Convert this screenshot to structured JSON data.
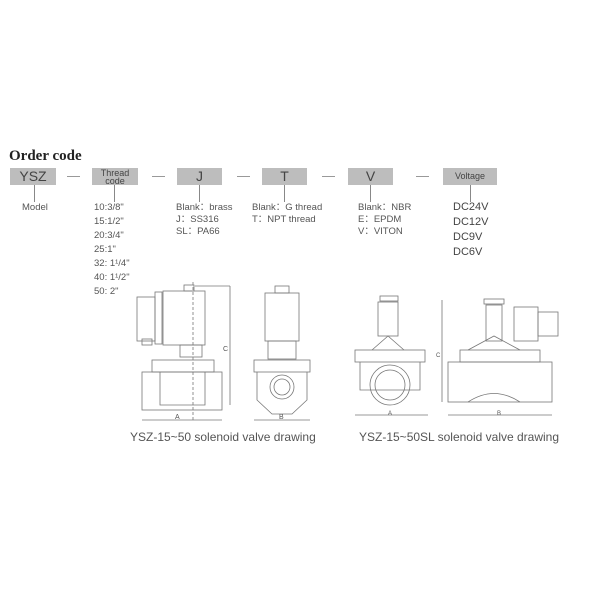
{
  "title": "Order code",
  "codes": [
    {
      "label": "YSZ",
      "desc": [
        "Model"
      ]
    },
    {
      "label": "Thread code",
      "desc": [
        "10:3/8\"",
        "15:1/2\"",
        "20:3/4\"",
        "25:1\"",
        "32: 1¹/4\"",
        "40: 1¹/2\"",
        "50: 2\""
      ]
    },
    {
      "label": "J",
      "desc": [
        "Blank：brass",
        "J：SS316",
        "SL：PA66"
      ]
    },
    {
      "label": "T",
      "desc": [
        "Blank：G thread",
        "T：NPT thread"
      ]
    },
    {
      "label": "V",
      "desc": [
        "Blank：NBR",
        "E：EPDM",
        "V：VITON"
      ]
    },
    {
      "label": "Voltage",
      "desc": [
        "DC24V",
        "DC12V",
        "DC9V",
        "DC6V"
      ]
    }
  ],
  "drawings": {
    "left_caption": "YSZ-15~50 solenoid valve drawing",
    "right_caption": "YSZ-15~50SL solenoid valve drawing",
    "dim_a": "A",
    "dim_b": "B",
    "dim_c": "C"
  }
}
